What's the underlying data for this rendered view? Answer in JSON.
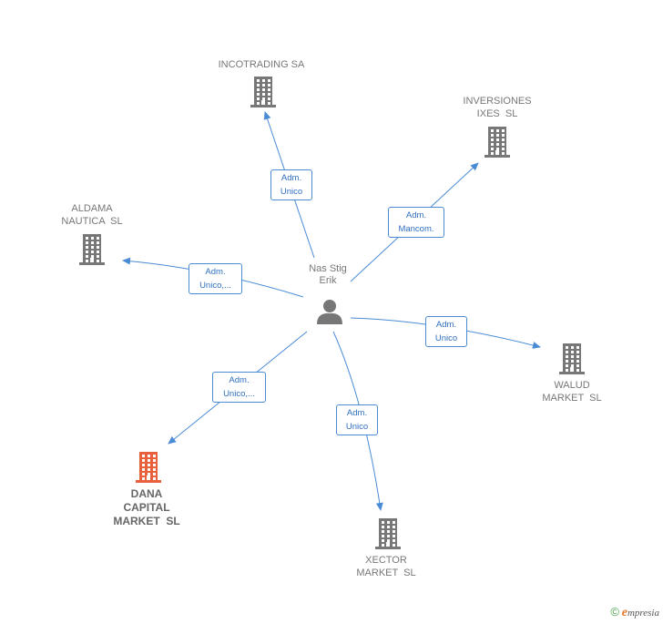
{
  "center": {
    "name": "Nas Stig\nErik",
    "icon": "person-icon",
    "color": "#777777"
  },
  "companies": [
    {
      "id": "incotrading",
      "name": "INCOTRADING SA",
      "icon": "building-icon",
      "color": "#777777"
    },
    {
      "id": "inversiones",
      "name": "INVERSIONES\nIXES  SL",
      "icon": "building-icon",
      "color": "#777777"
    },
    {
      "id": "aldama",
      "name": "ALDAMA\nNAUTICA  SL",
      "icon": "building-icon",
      "color": "#777777"
    },
    {
      "id": "walud",
      "name": "WALUD\nMARKET  SL",
      "icon": "building-icon",
      "color": "#777777"
    },
    {
      "id": "dana",
      "name": "DANA\nCAPITAL\nMARKET  SL",
      "icon": "building-icon",
      "color": "#e8603c",
      "highlight": true
    },
    {
      "id": "xector",
      "name": "XECTOR\nMARKET  SL",
      "icon": "building-icon",
      "color": "#777777"
    }
  ],
  "edges": [
    {
      "to": "incotrading",
      "label": "Adm.\nUnico"
    },
    {
      "to": "inversiones",
      "label": "Adm.\nMancom."
    },
    {
      "to": "aldama",
      "label": "Adm.\nUnico,..."
    },
    {
      "to": "walud",
      "label": "Adm.\nUnico"
    },
    {
      "to": "dana",
      "label": "Adm.\nUnico,..."
    },
    {
      "to": "xector",
      "label": "Adm.\nUnico"
    }
  ],
  "edge_color": "#4a8bd6",
  "footer": {
    "copyright": "©",
    "brand_first": "e",
    "brand_rest": "mpresia"
  }
}
